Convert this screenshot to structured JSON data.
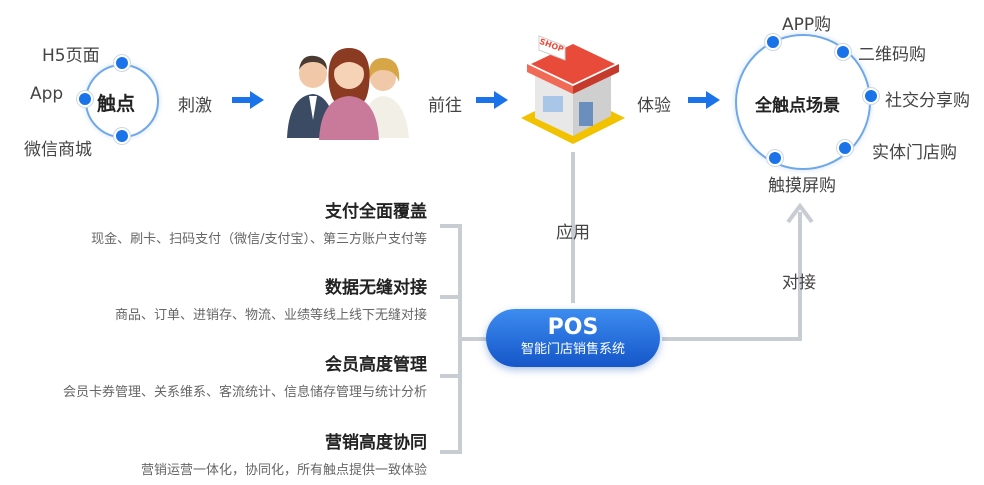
{
  "left_circle": {
    "title": "触点",
    "items": [
      "H5页面",
      "App",
      "微信商城"
    ]
  },
  "flow": {
    "step1": "刺激",
    "step2": "前往",
    "step3": "体验"
  },
  "right_circle": {
    "title": "全触点场景",
    "items": [
      "APP购",
      "二维码购",
      "社交分享购",
      "实体门店购",
      "触摸屏购"
    ]
  },
  "shop_sign": "SHOP",
  "labels": {
    "apply": "应用",
    "connect": "对接"
  },
  "pos": {
    "title": "POS",
    "subtitle": "智能门店销售系统"
  },
  "features": [
    {
      "title": "支付全面覆盖",
      "desc": "现金、刷卡、扫码支付（微信/支付宝）、第三方账户支付等"
    },
    {
      "title": "数据无缝对接",
      "desc": "商品、订单、进销存、物流、业绩等线上线下无缝对接"
    },
    {
      "title": "会员高度管理",
      "desc": "会员卡券管理、关系维系、客流统计、信息储存管理与统计分析"
    },
    {
      "title": "营销高度协同",
      "desc": "营销运营一体化，协同化，所有触点提供一致体验"
    }
  ],
  "colors": {
    "accent": "#1a73e8",
    "line": "#c8cdd3",
    "pos": "#1f66d6"
  }
}
